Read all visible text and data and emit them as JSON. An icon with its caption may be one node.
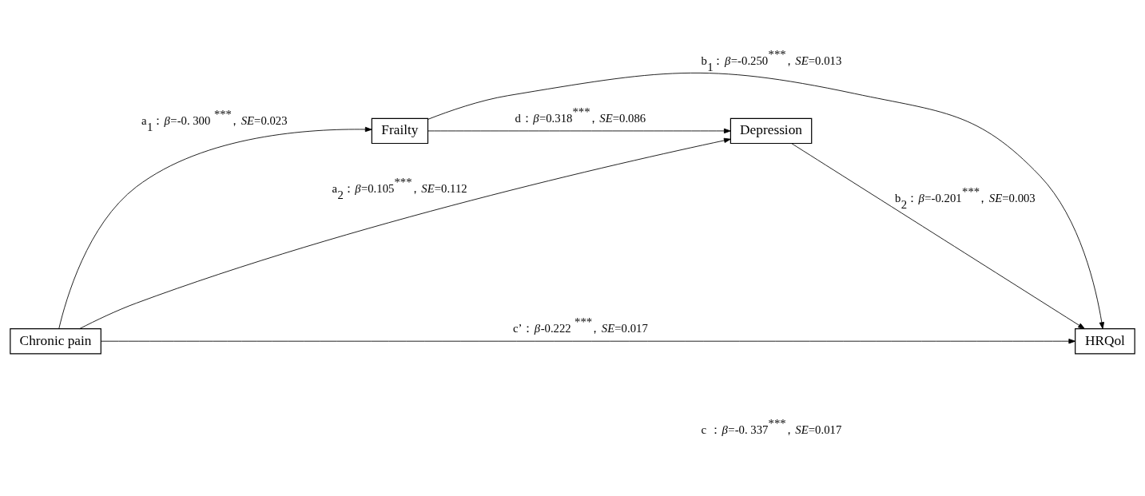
{
  "diagram": {
    "nodes": [
      {
        "text": [
          "Chronic pain"
        ]
      },
      {
        "text": [
          "Frailty"
        ]
      },
      {
        "text": [
          "Depression"
        ]
      },
      {
        "text": [
          "HRQol"
        ]
      }
    ],
    "edges": [
      {
        "from": 1,
        "to": 2,
        "arrow": "to",
        "label": "d：*β*=0.318$^{***}$，*SE*=0.086"
      },
      {
        "from": 0,
        "to": 1,
        "arrow": "to",
        "label": "a$_{1}$：*β*=-0. 300 $^{***}$，*SE*=0.023"
      },
      {
        "from": 0,
        "to": 2,
        "arrow": "to",
        "label": "a$_{2}$：*β*=0.105$^{***}$，*SE*=0.112"
      },
      {
        "from": 1,
        "to": 3,
        "arrow": "to",
        "label": "b$_{1}$：*β*=-0.250$^{***}$，*SE*=0.013"
      },
      {
        "from": 2,
        "to": 3,
        "arrow": "to",
        "label": "b$_{2}$：*β*=-0.201$^{***}$，*SE*=0.003"
      },
      {
        "from": 0,
        "to": 3,
        "arrow": "to",
        "label": "c’：*β*-0.222 $^{***}$，*SE*=0.017"
      }
    ],
    "labels": [
      "c ：*β*=-0. 337$^{***}$，*SE*=0.017"
    ]
  }
}
